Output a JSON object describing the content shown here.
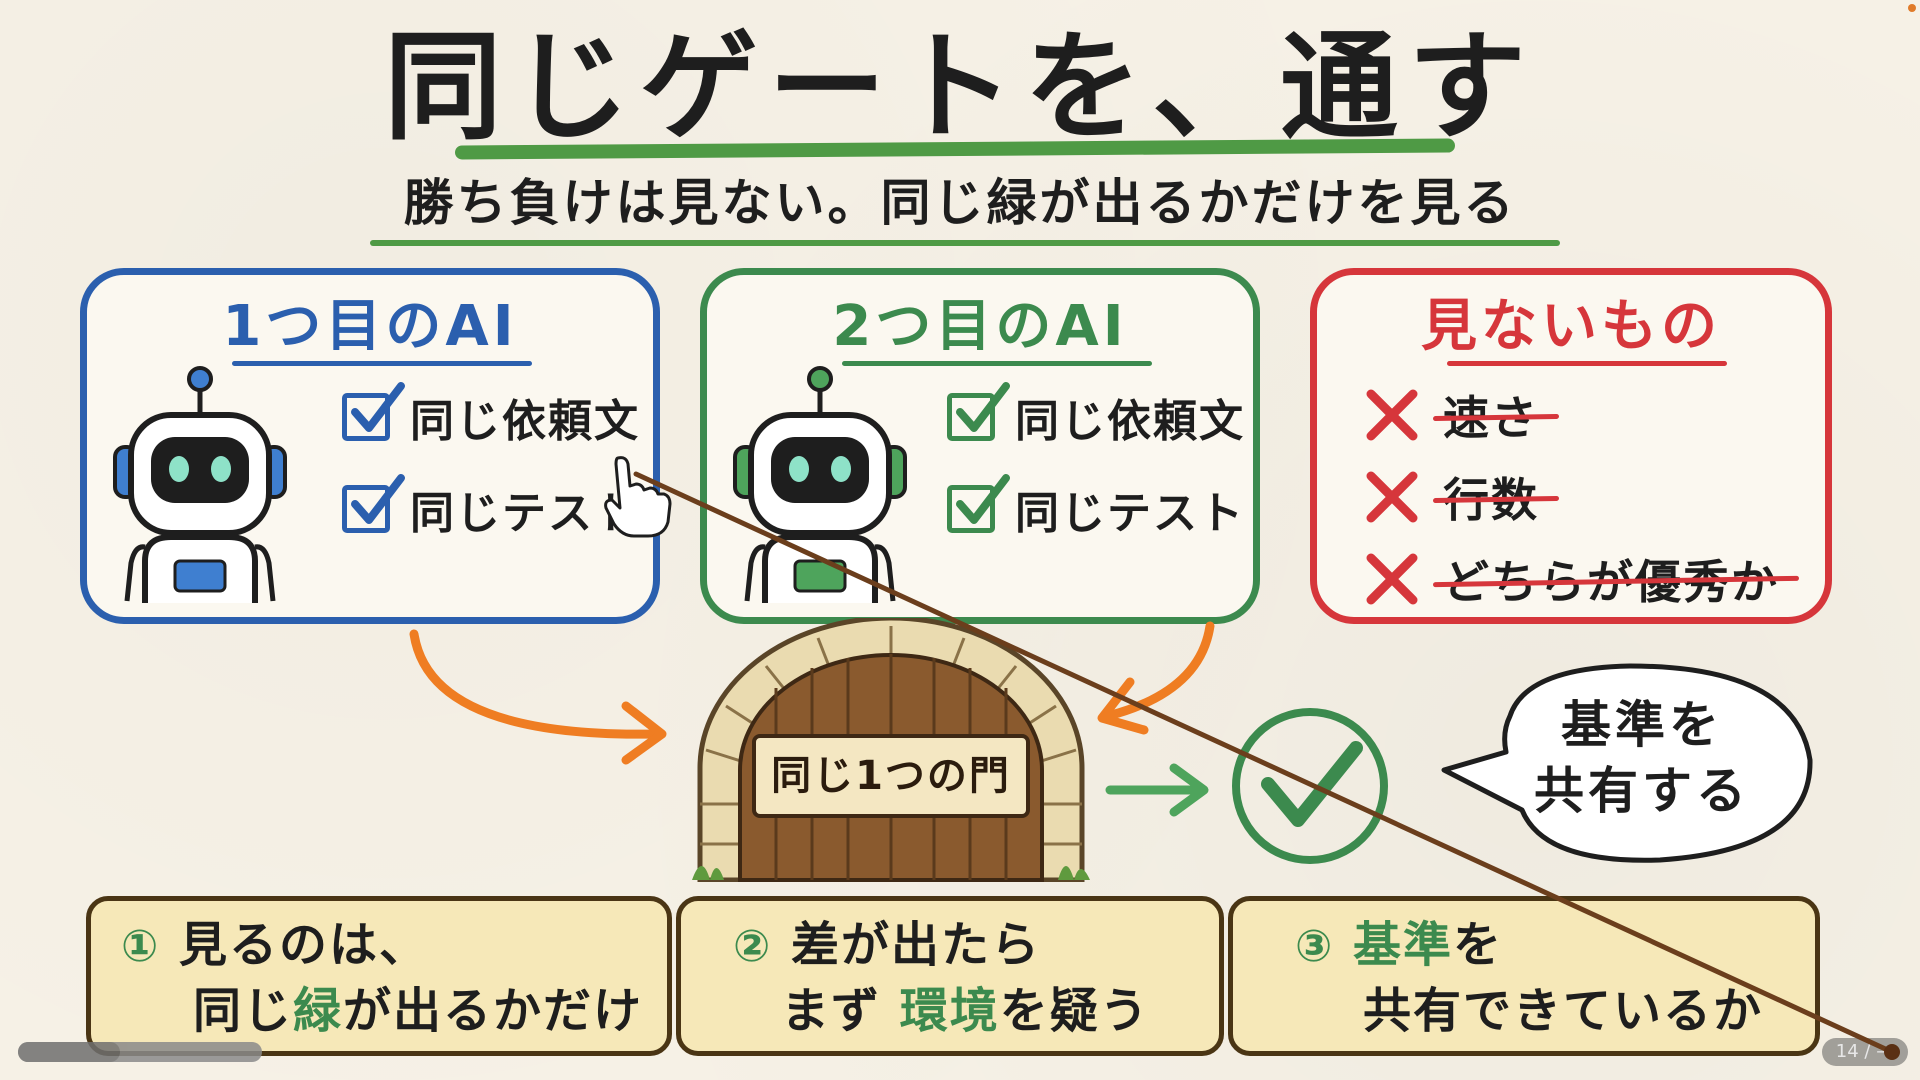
{
  "slide": {
    "title": "同じゲートを、通す",
    "subtitle": "勝ち負けは見ない。同じ緑が出るかだけを見る"
  },
  "cards": {
    "first_ai": {
      "title": "1つ目のAI",
      "items": [
        "同じ依頼文",
        "同じテスト"
      ]
    },
    "second_ai": {
      "title": "2つ目のAI",
      "items": [
        "同じ依頼文",
        "同じテスト"
      ]
    },
    "not_seen": {
      "title": "見ないもの",
      "items": [
        "速さ",
        "行数",
        "どちらが優秀か"
      ]
    }
  },
  "gate": {
    "label": "同じ1つの門"
  },
  "bubble": {
    "line1": "基準を",
    "line2": "共有する"
  },
  "points": [
    {
      "number": "①",
      "line1": "見るのは、",
      "line2_pre": "同じ",
      "line2_hl": "緑",
      "line2_post": "が出るかだけ"
    },
    {
      "number": "②",
      "line1": "差が出たら",
      "line2_pre": "まず",
      "line2_hl": "環境",
      "line2_post": "を疑う"
    },
    {
      "number": "③",
      "line1_hl": "基準",
      "line1_post": "を",
      "line2": "共有できているか"
    }
  ],
  "player": {
    "slide_counter": "14 / —",
    "progress": 0.42
  },
  "colors": {
    "blue": "#2b5fae",
    "green": "#3c8a4e",
    "red": "#d6363b",
    "orange": "#ef7d22",
    "gold_box": "#f6e8b8",
    "paper": "#f7f2e7"
  },
  "icons": [
    "robot-icon",
    "checkbox-icon",
    "x-mark-icon",
    "gate-icon",
    "check-circle-icon",
    "hand-cursor-icon"
  ]
}
